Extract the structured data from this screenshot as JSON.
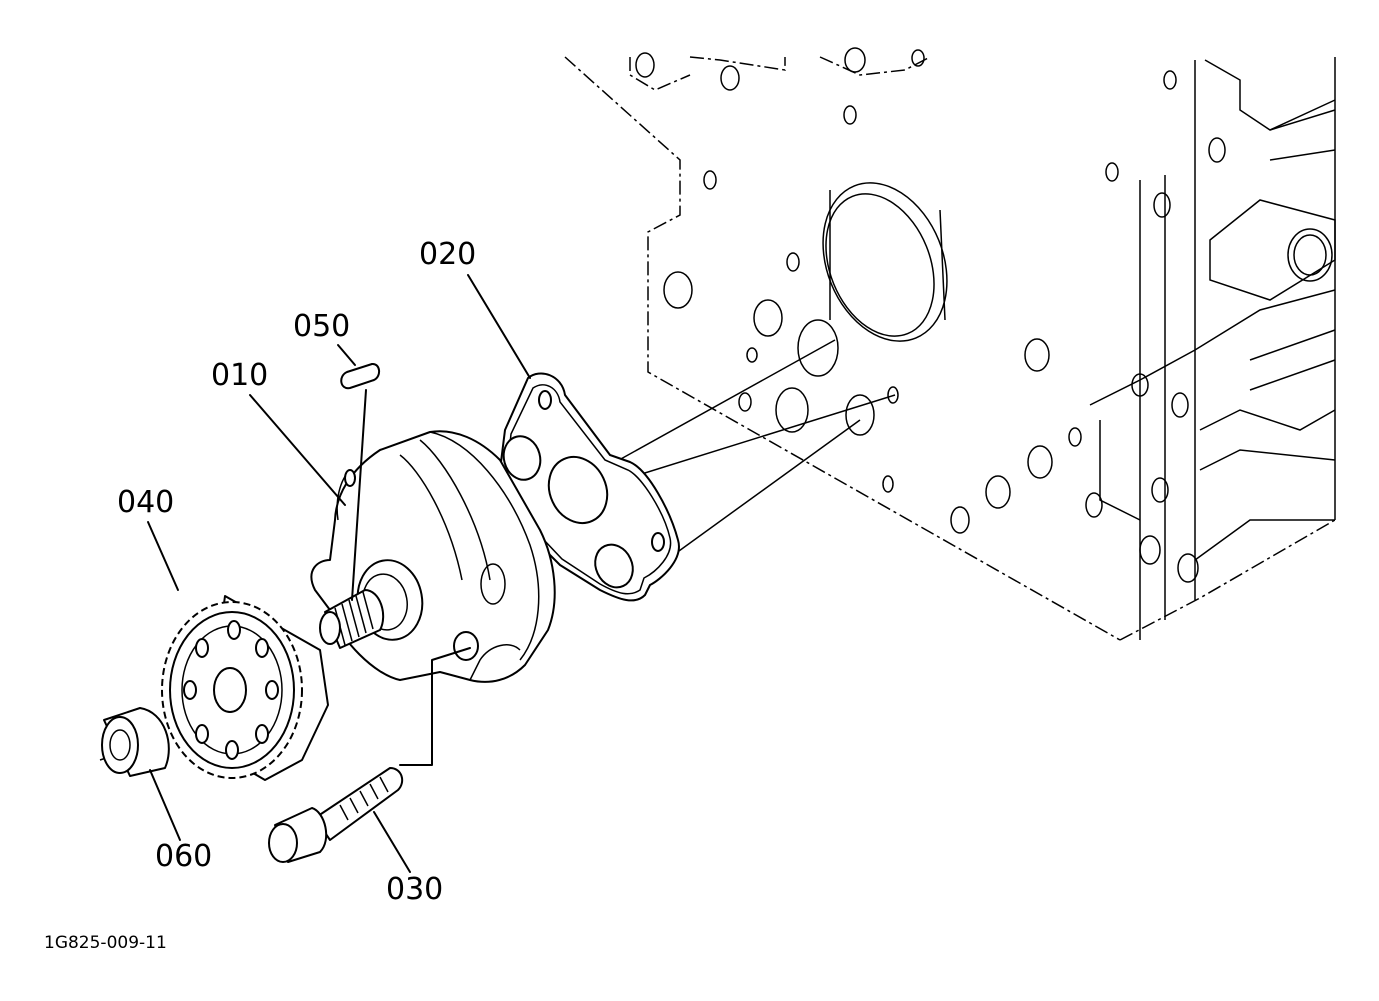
{
  "diagram_code": "1G825-009-11",
  "callouts": [
    {
      "id": "p010",
      "label": "010"
    },
    {
      "id": "p020",
      "label": "020"
    },
    {
      "id": "p030",
      "label": "030"
    },
    {
      "id": "p040",
      "label": "040"
    },
    {
      "id": "p050",
      "label": "050"
    },
    {
      "id": "p060",
      "label": "060"
    }
  ]
}
